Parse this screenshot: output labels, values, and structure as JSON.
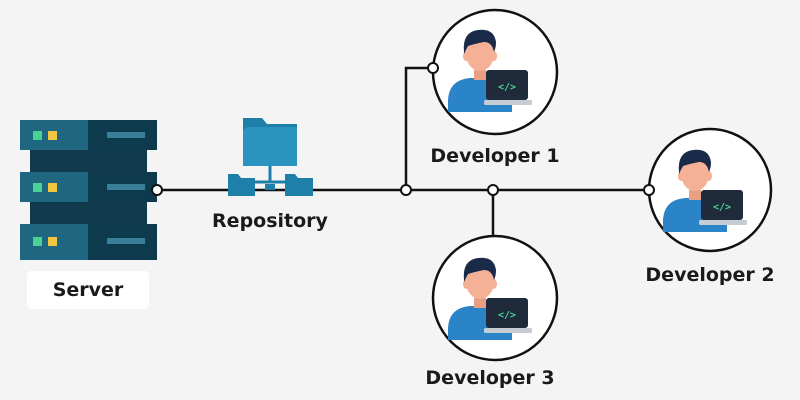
{
  "labels": {
    "server": "Server",
    "repository": "Repository",
    "developer_1": "Developer 1",
    "developer_2": "Developer 2",
    "developer_3": "Developer 3"
  },
  "colors": {
    "background": "#f4f4f4",
    "server_dark": "#0d3a4d",
    "server_mid": "#1f6680",
    "server_light": "#3a7f99",
    "led_green": "#4ad295",
    "led_yellow": "#f2c641",
    "folder": "#1e7fa8",
    "line": "#111111",
    "avatar_hair": "#1a2b4a",
    "avatar_skin": "#f5b196",
    "avatar_shirt": "#2b83c8",
    "laptop": "#1f2b3a",
    "code_green": "#4ad295"
  },
  "icons": {
    "server": "server-rack-icon",
    "repository": "shared-folder-icon",
    "developer": "developer-at-laptop-icon",
    "code": "code-brackets-icon"
  }
}
